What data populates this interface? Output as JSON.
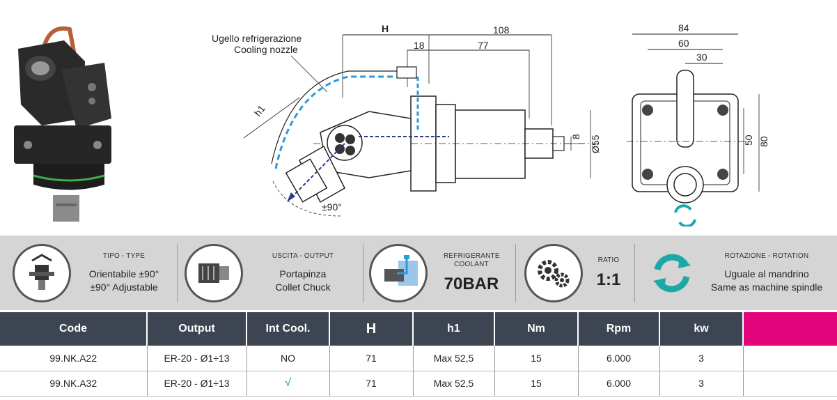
{
  "drawing": {
    "labels": {
      "nozzle_it": "Ugello refrigerazione",
      "nozzle_en": "Cooling nozzle",
      "h": "H",
      "d108": "108",
      "d18": "18",
      "d77": "77",
      "h1": "h1",
      "d8": "8",
      "d55": "Ø55",
      "angle": "±90°",
      "d84": "84",
      "d60": "60",
      "d30": "30",
      "d50": "50",
      "d80": "80"
    }
  },
  "features": [
    {
      "caption": "TIPO - TYPE",
      "line1": "Orientabile ±90°",
      "line2": "±90° Adjustable",
      "icon": "adjustable-head-icon"
    },
    {
      "caption": "USCITA - OUTPUT",
      "line1": "Portapinza",
      "line2": "Collet Chuck",
      "icon": "collet-chuck-icon"
    },
    {
      "caption": "REFRIGERANTE COOLANT",
      "value": "70BAR",
      "icon": "coolant-icon"
    },
    {
      "caption": "RATIO",
      "value": "1:1",
      "icon": "gears-icon"
    },
    {
      "caption": "ROTAZIONE - ROTATION",
      "line1": "Uguale al mandrino",
      "line2": "Same as machine spindle",
      "icon": "rotation-arrows-icon"
    }
  ],
  "table": {
    "headers": [
      "Code",
      "Output",
      "Int Cool.",
      "H",
      "h1",
      "Nm",
      "Rpm",
      "kw",
      ""
    ],
    "rows": [
      [
        "99.NK.A22",
        "ER-20 - Ø1÷13",
        "NO",
        "71",
        "Max 52,5",
        "15",
        "6.000",
        "3",
        ""
      ],
      [
        "99.NK.A32",
        "ER-20 - Ø1÷13",
        "√",
        "71",
        "Max 52,5",
        "15",
        "6.000",
        "3",
        ""
      ]
    ]
  },
  "colors": {
    "header_bg": "#3d4553",
    "accent_pink": "#e4047c",
    "band_bg": "#d5d5d5",
    "coolant_blue": "#2a9ad8",
    "rotation_teal": "#1ea7a8"
  }
}
